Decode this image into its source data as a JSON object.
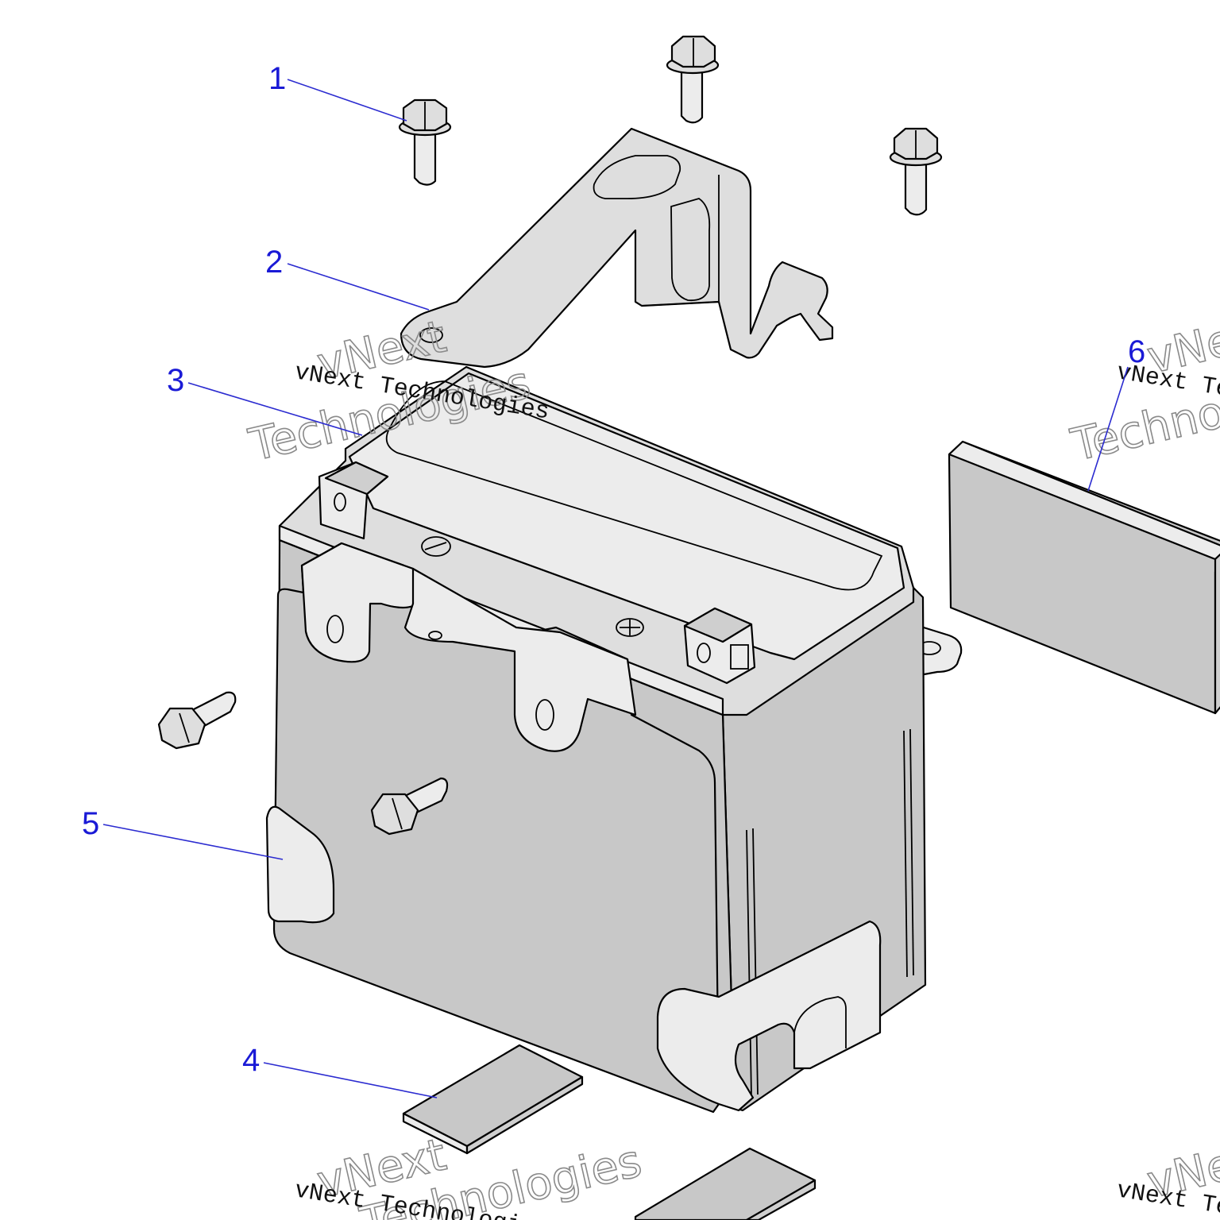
{
  "callouts": [
    {
      "id": "1",
      "label": "1"
    },
    {
      "id": "2",
      "label": "2"
    },
    {
      "id": "3",
      "label": "3"
    },
    {
      "id": "4",
      "label": "4"
    },
    {
      "id": "5",
      "label": "5"
    },
    {
      "id": "6",
      "label": "6"
    }
  ],
  "watermark": {
    "line": "vNext Technologies",
    "word1": "vNext",
    "word2": "Technologies"
  },
  "colors": {
    "callout": "#1a1ad6",
    "part_fill": "#c8c8c8",
    "outline": "#000000"
  }
}
